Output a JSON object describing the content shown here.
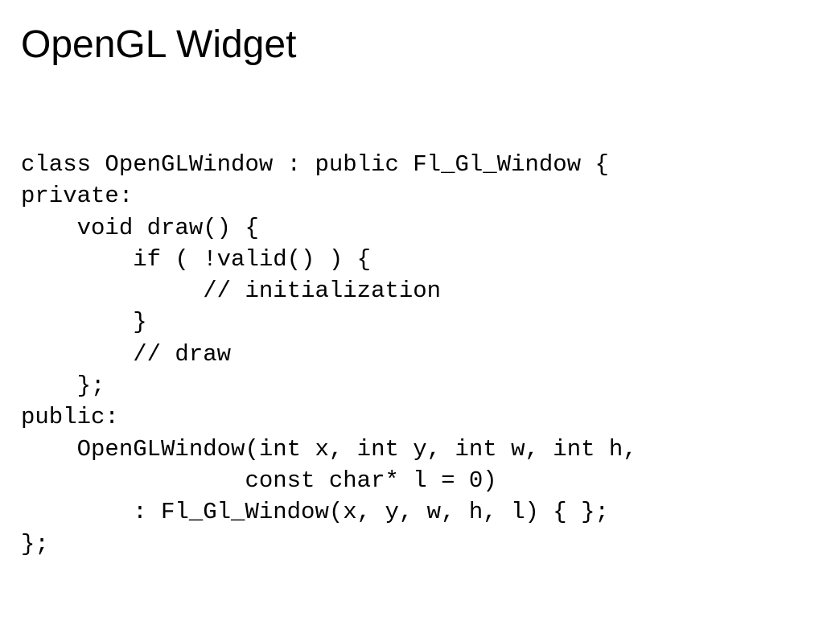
{
  "slide": {
    "title": "OpenGL Widget",
    "code_lines": [
      "class OpenGLWindow : public Fl_Gl_Window {",
      "private:",
      "    void draw() {",
      "        if ( !valid() ) {",
      "             // initialization",
      "        }",
      "        // draw",
      "    };",
      "public:",
      "    OpenGLWindow(int x, int y, int w, int h,",
      "                const char* l = 0)",
      "        : Fl_Gl_Window(x, y, w, h, l) { };",
      "};"
    ]
  }
}
